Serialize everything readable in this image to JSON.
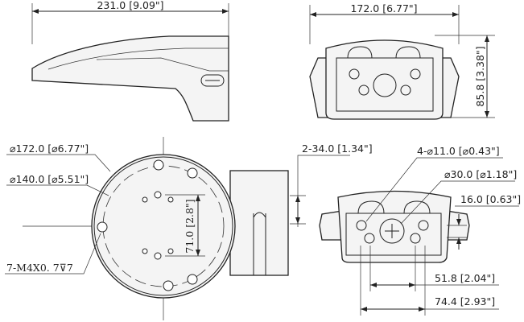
{
  "side_view": {
    "width_label": "231.0 [9.09\"]"
  },
  "front_view": {
    "width_label": "172.0 [6.77\"]",
    "height_label": "85.8 [3.38\"]"
  },
  "bottom_view": {
    "outer_diameter_label": "⌀172.0 [⌀6.77\"]",
    "inner_diameter_label": "⌀140.0 [⌀5.51\"]",
    "thread_label": "7-M4X0. 7⊽7",
    "hole_spacing_label": "71.0 [2.8\"]"
  },
  "rear_view": {
    "slot_label": "2-34.0 [1.34\"]",
    "small_holes_label": "4-⌀11.0 [⌀0.43\"]",
    "center_hole_label": "⌀30.0 [⌀1.18\"]",
    "offset_label": "16.0 [0.63\"]",
    "inner_spacing_label": "51.8 [2.04\"]",
    "outer_spacing_label": "74.4 [2.93\"]"
  }
}
